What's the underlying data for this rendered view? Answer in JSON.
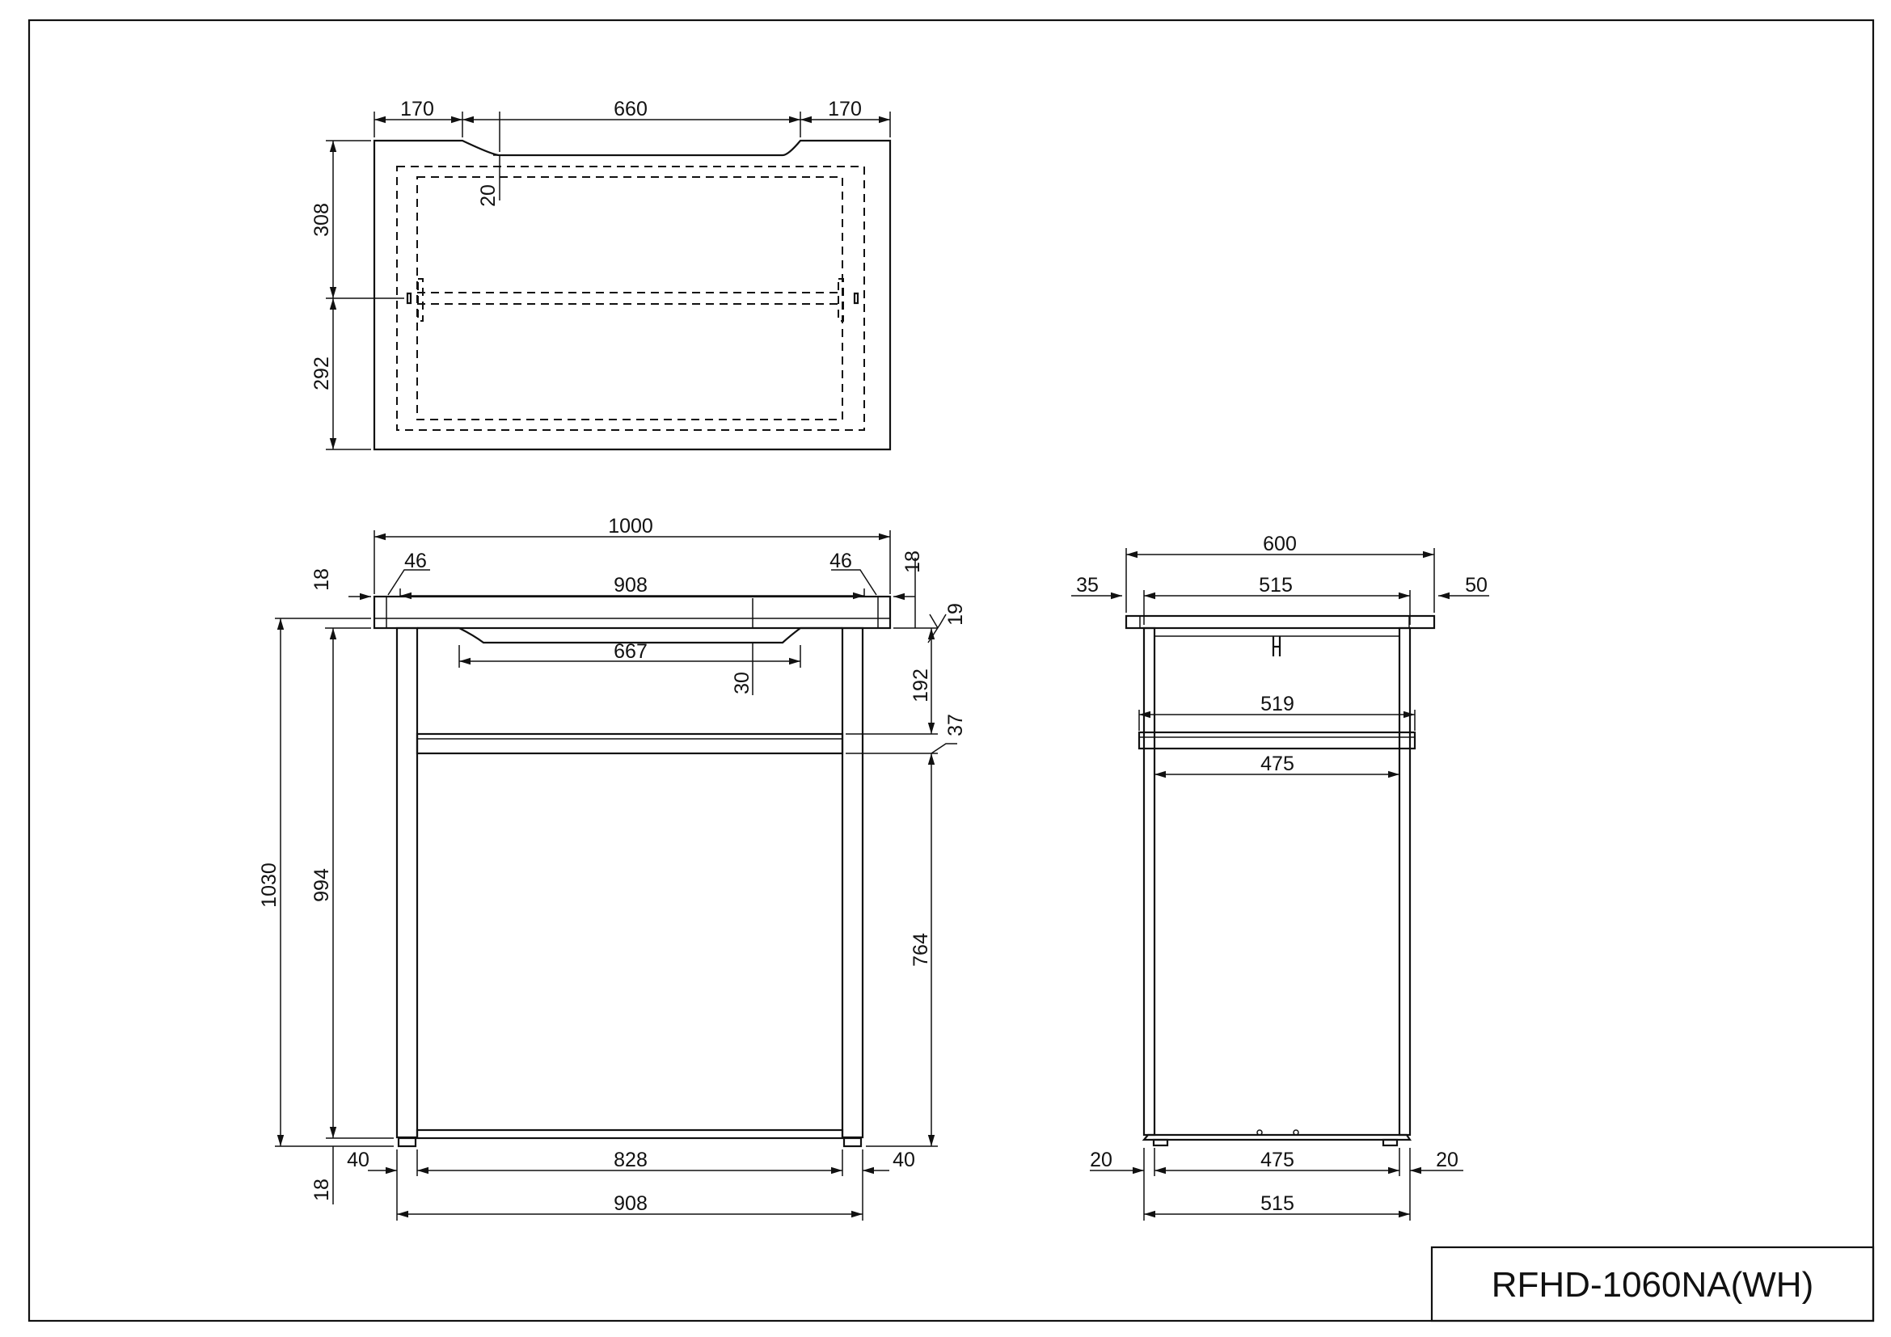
{
  "title_block": {
    "model": "RFHD-1060NA(WH)"
  },
  "top_view": {
    "width_left": "170",
    "width_middle": "660",
    "width_right": "170",
    "notch_depth": "20",
    "depth_front": "308",
    "depth_back": "292"
  },
  "front_view": {
    "overall_width": "1000",
    "top_thickness": "18",
    "chamfer_left": "46",
    "chamfer_right": "46",
    "top_inner_width": "908",
    "right_top_thickness": "18",
    "apron_gap": "19",
    "cutout_width": "667",
    "cutout_depth": "30",
    "apron_height": "192",
    "shelf_thickness": "37",
    "overall_height": "1030",
    "leg_height": "994",
    "lower_height": "764",
    "foot_height": "18",
    "leg_left": "40",
    "inner_span": "828",
    "leg_right": "40",
    "base_width": "908"
  },
  "side_view": {
    "overall_depth": "600",
    "overhang_front": "35",
    "frame_depth": "515",
    "overhang_back": "50",
    "shelf_outer": "519",
    "shelf_inner": "475",
    "foot_left": "20",
    "base_inner": "475",
    "foot_right": "20",
    "base_depth": "515"
  }
}
